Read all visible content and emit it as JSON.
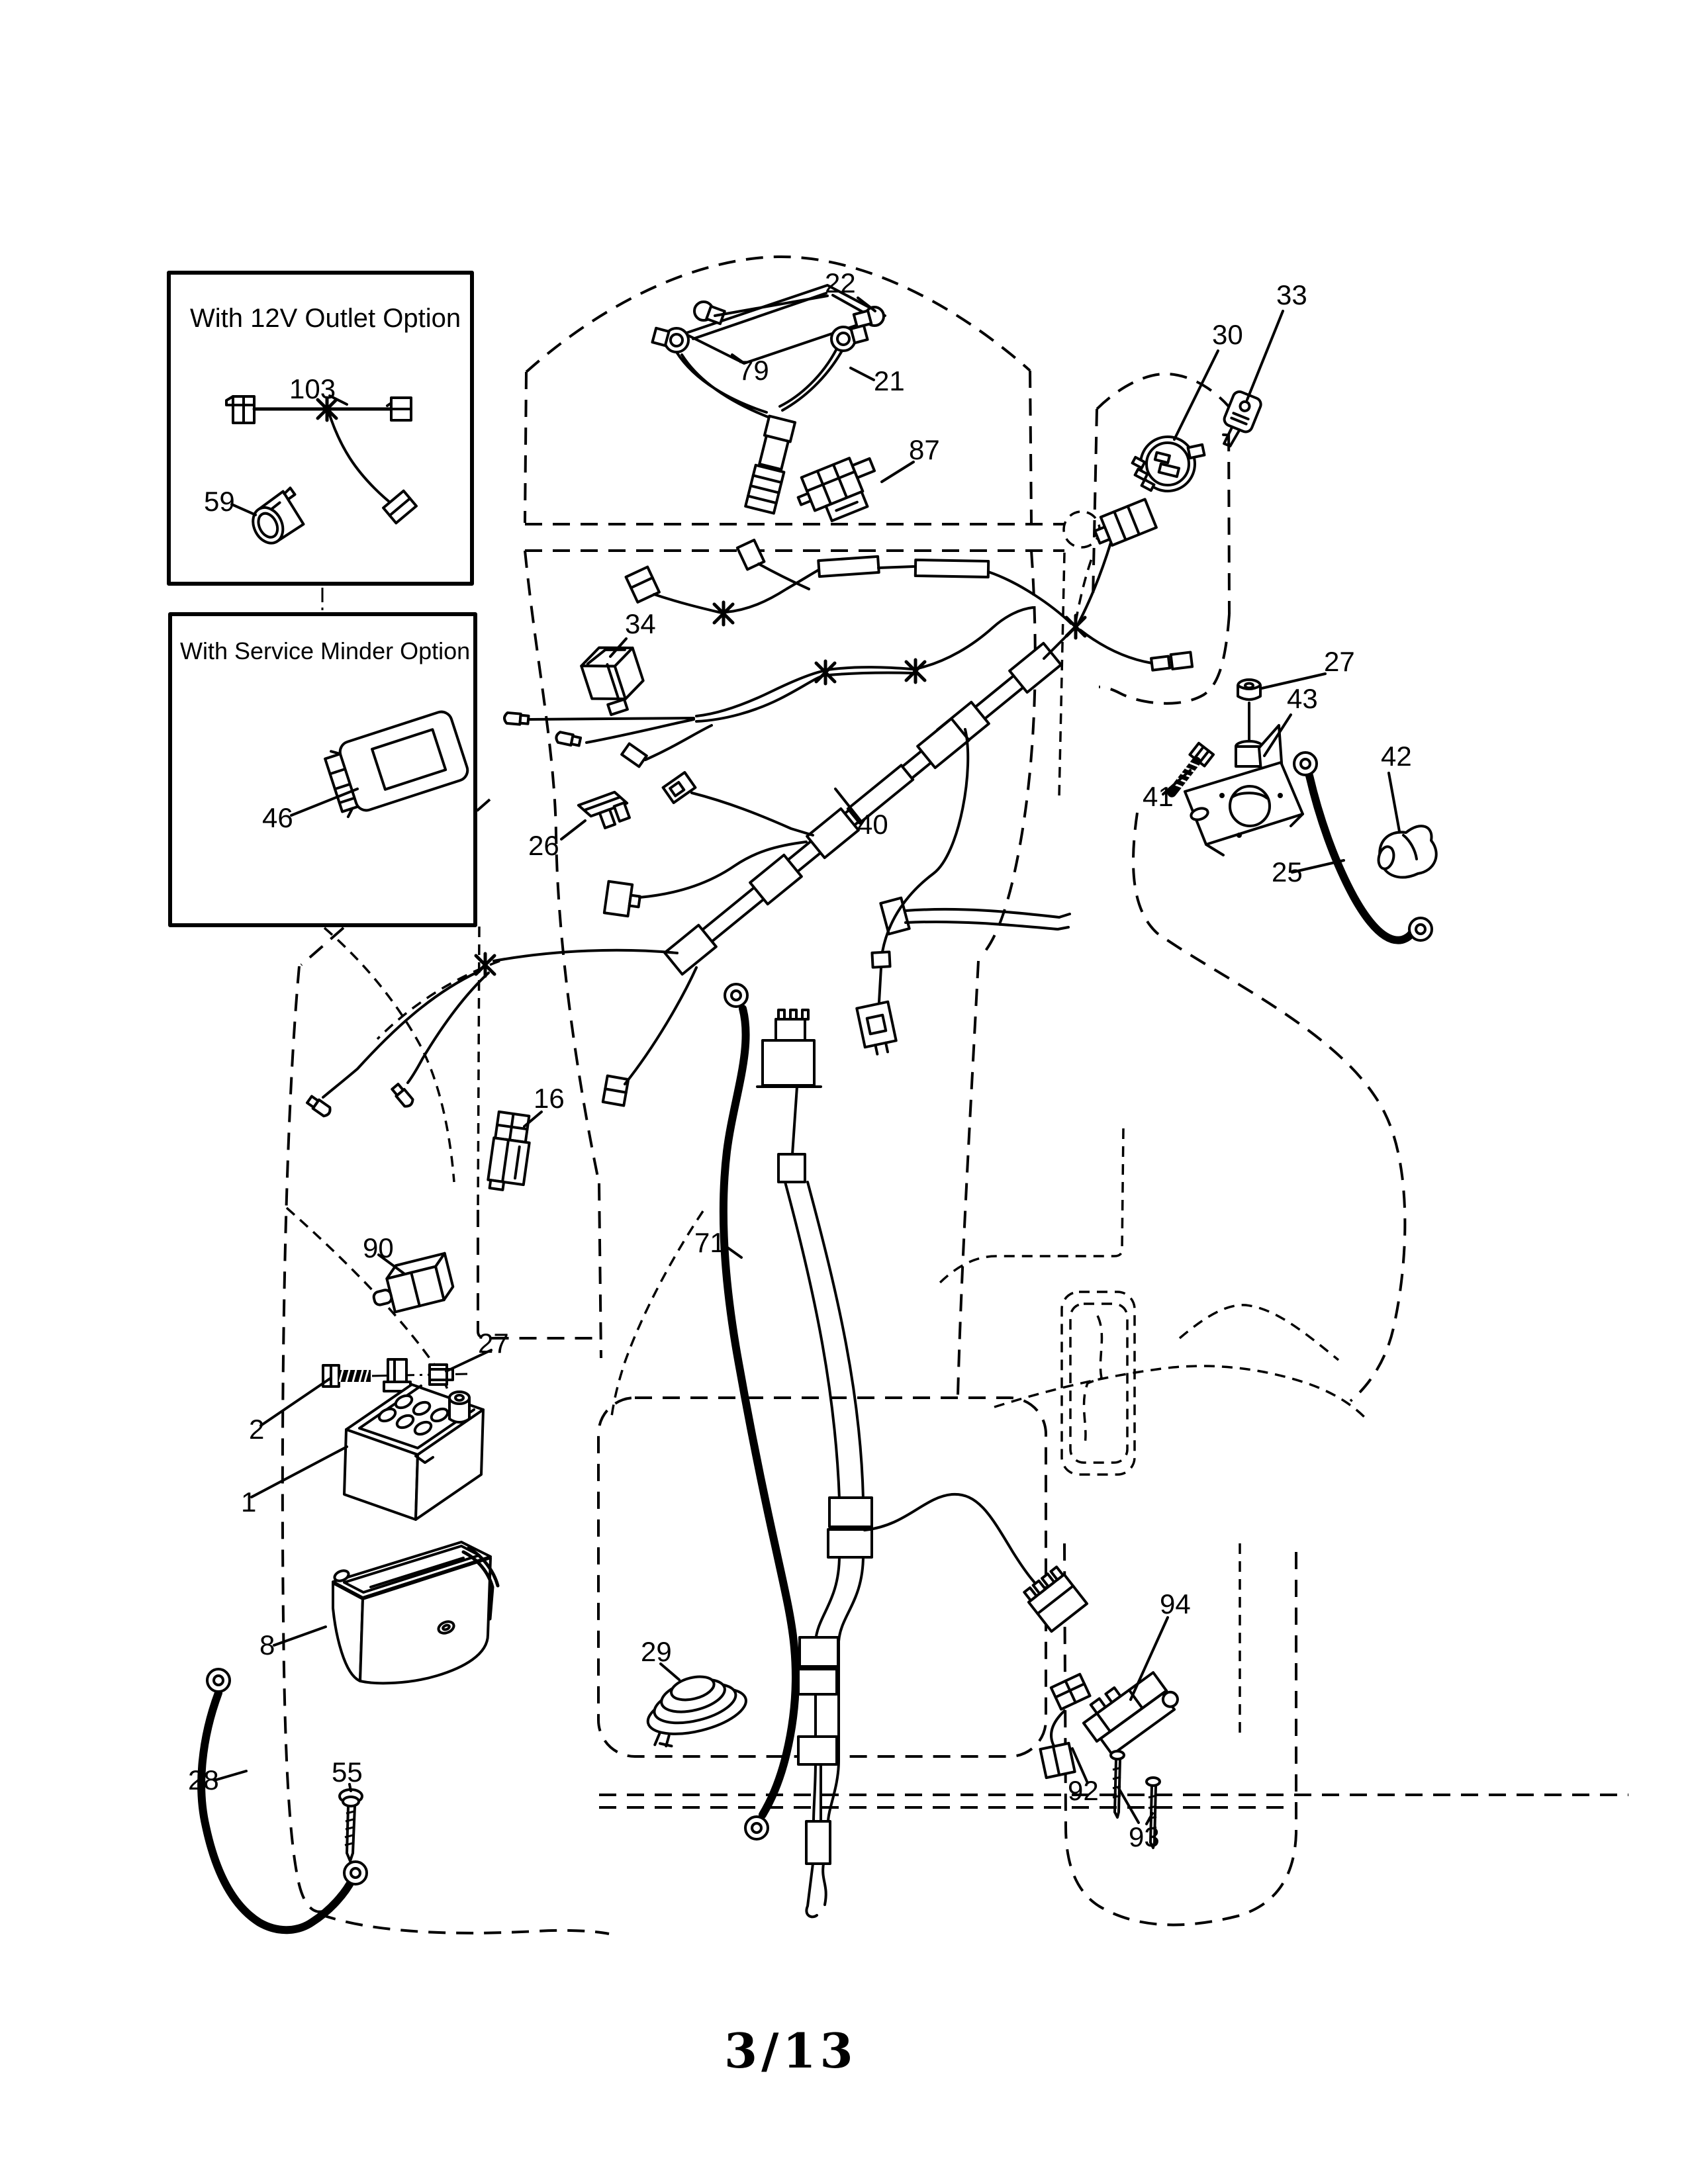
{
  "page": {
    "number": "3/13"
  },
  "insets": {
    "outlet": {
      "title": "With 12V Outlet Option"
    },
    "service_minder": {
      "title": "With Service Minder Option"
    }
  },
  "part_labels": {
    "p103": "103",
    "p59": "59",
    "p46": "46",
    "p22": "22",
    "p79": "79",
    "p21": "21",
    "p87": "87",
    "p30": "30",
    "p33": "33",
    "p34": "34",
    "p26": "26",
    "p40": "40",
    "p27_right": "27",
    "p43": "43",
    "p41": "41",
    "p42": "42",
    "p25": "25",
    "p16": "16",
    "p90": "90",
    "p27_left": "27",
    "p2": "2",
    "p1": "1",
    "p71": "71",
    "p8": "8",
    "p29": "29",
    "p28": "28",
    "p55": "55",
    "p92": "92",
    "p93": "93",
    "p94": "94"
  },
  "colors": {
    "line": "#000000",
    "background": "#ffffff"
  }
}
